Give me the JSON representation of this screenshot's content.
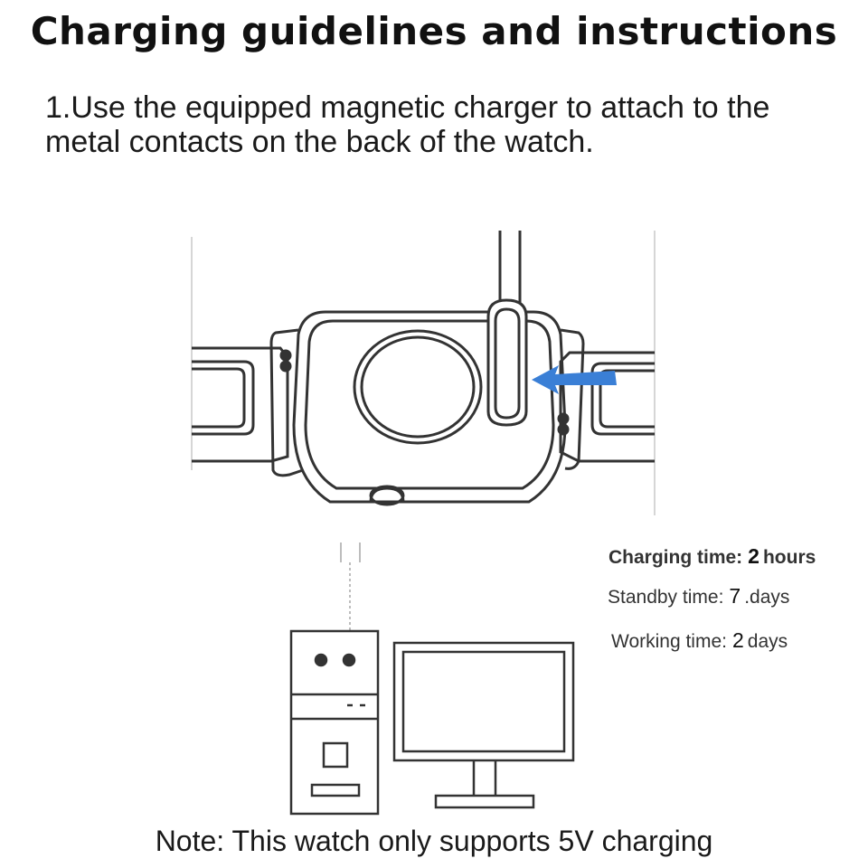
{
  "title": "Charging guidelines and instructions",
  "instruction": {
    "line1": "1.Use the equipped magnetic charger to attach to the",
    "line2": "metal contacts on the back of the watch."
  },
  "specs": {
    "charging": {
      "label": "Charging time:",
      "value": "2",
      "unit": "hours"
    },
    "standby": {
      "label": "Standby time:",
      "value": "7",
      "unit": ".days"
    },
    "working": {
      "label": "Working time:",
      "value": "2",
      "unit": "days"
    }
  },
  "note": "Note: This watch only supports 5V charging",
  "colors": {
    "arrow": "#3a7fd6",
    "line": "#333333",
    "faint": "#bdbdbd"
  },
  "icons": [
    "watch-back-icon",
    "magnetic-charger-icon",
    "arrow-icon",
    "computer-tower-icon",
    "monitor-icon"
  ]
}
